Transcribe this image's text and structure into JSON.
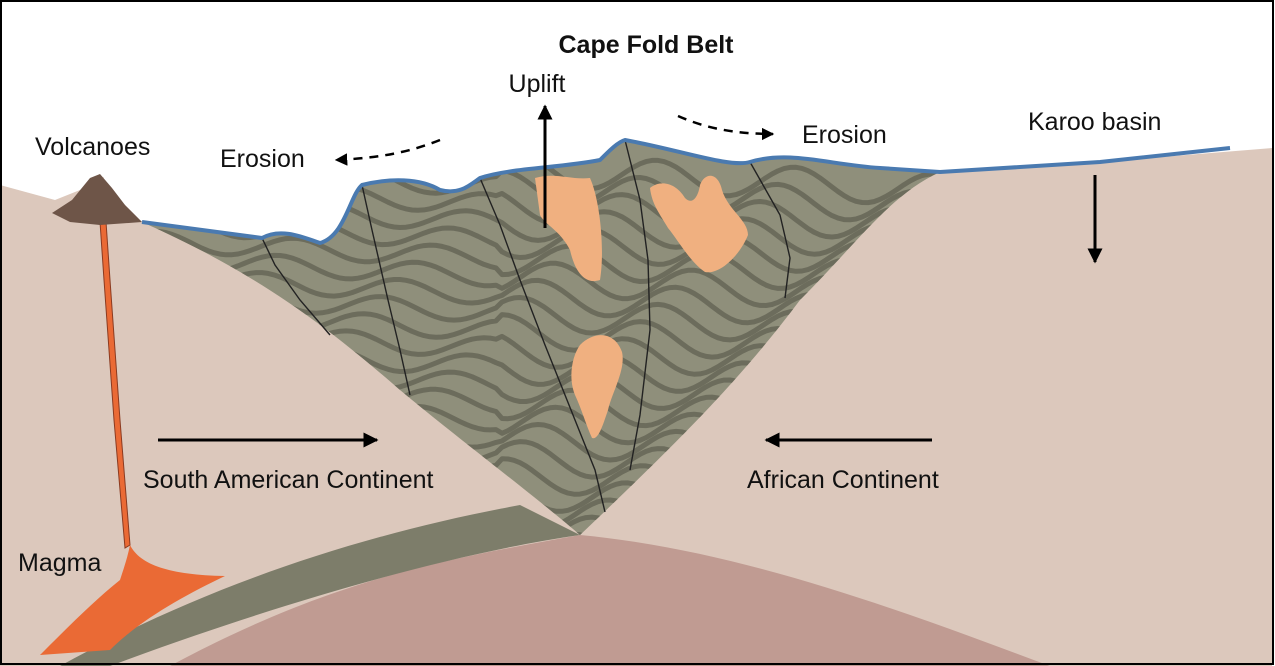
{
  "title": "Cape Fold Belt",
  "labels": {
    "uplift": "Uplift",
    "volcanoes": "Volcanoes",
    "erosion_left": "Erosion",
    "erosion_right": "Erosion",
    "karoo_basin": "Karoo basin",
    "south_american_continent": "South American Continent",
    "african_continent": "African Continent",
    "magma": "Magma"
  },
  "colors": {
    "sky": "#ffffff",
    "crust": "#dcc8bc",
    "mantle": "#c09b92",
    "fold_belt": "#8f8f7b",
    "fold_lines": "#6c6c5c",
    "slab": "#7d7d6a",
    "granite": "#f0b080",
    "magma": "#ea6a35",
    "volcano": "#6e5548",
    "surface_water": "#4a7ab0"
  },
  "icons": {
    "uplift_arrow": "arrow-up",
    "subsidence_arrow": "arrow-down",
    "erosion_left_arrow": "dashed-arrow-left",
    "erosion_right_arrow": "dashed-arrow-right",
    "continent_left_arrow": "arrow-right",
    "continent_right_arrow": "arrow-left"
  }
}
